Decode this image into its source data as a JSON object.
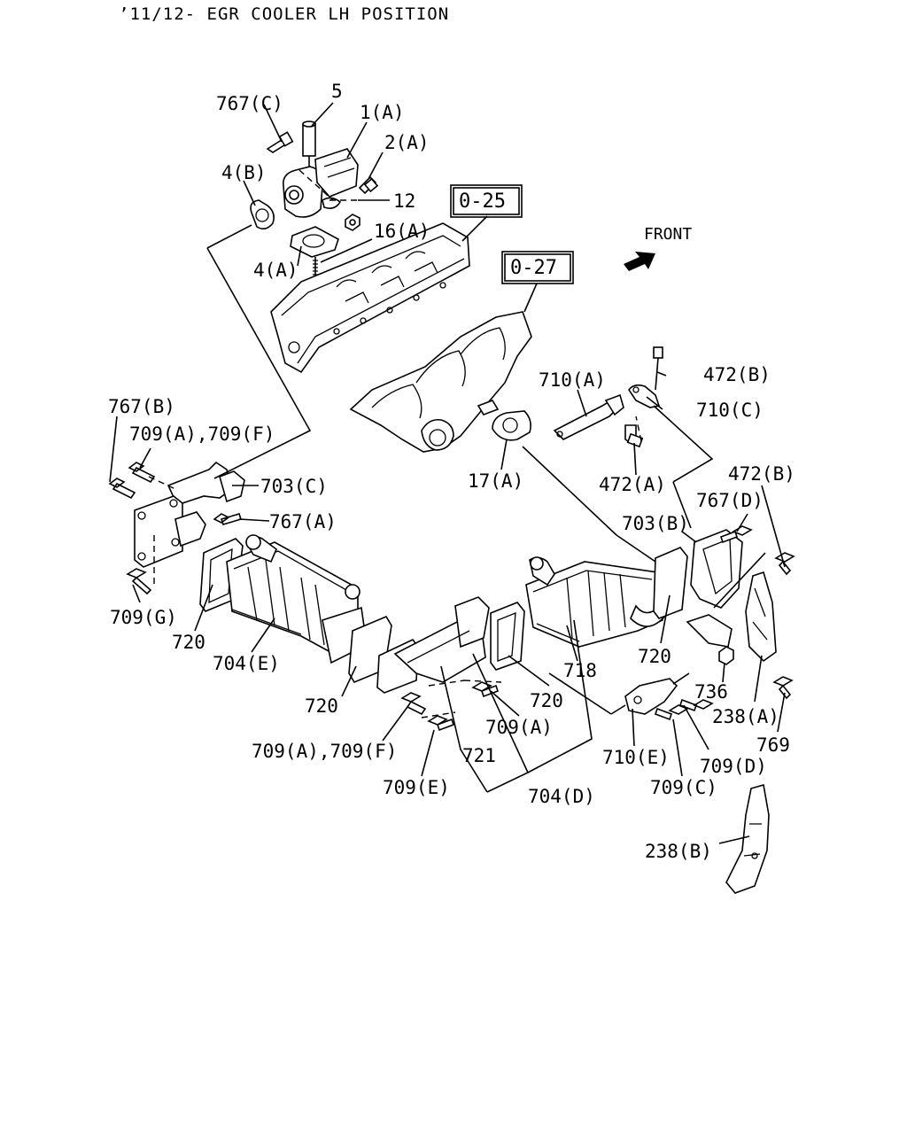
{
  "title": "’11/12- EGR COOLER LH POSITION",
  "front_label": "FRONT",
  "ref_boxes": [
    "0-25",
    "0-27"
  ],
  "labels": {
    "l767c": "767(C)",
    "l5": "5",
    "l1a": "1(A)",
    "l2a": "2(A)",
    "l4b": "4(B)",
    "l12": "12",
    "l16a": "16(A)",
    "l4a": "4(A)",
    "l767b": "767(B)",
    "l709af_top": "709(A),709(F)",
    "l703c": "703(C)",
    "l767a": "767(A)",
    "l709g": "709(G)",
    "l720_a": "720",
    "l704e": "704(E)",
    "l720_b": "720",
    "l710a": "710(A)",
    "l472b_top": "472(B)",
    "l710c": "710(C)",
    "l17a": "17(A)",
    "l472a": "472(A)",
    "l472b_r": "472(B)",
    "l767d": "767(D)",
    "l703b": "703(B)",
    "l720_c": "720",
    "l718": "718",
    "l720_d": "720",
    "l709a": "709(A)",
    "l736": "736",
    "l238a": "238(A)",
    "l769": "769",
    "l709af_bot": "709(A),709(F)",
    "l721": "721",
    "l710e": "710(E)",
    "l709d": "709(D)",
    "l709e": "709(E)",
    "l704d": "704(D)",
    "l709c": "709(C)",
    "l238b": "238(B)"
  }
}
